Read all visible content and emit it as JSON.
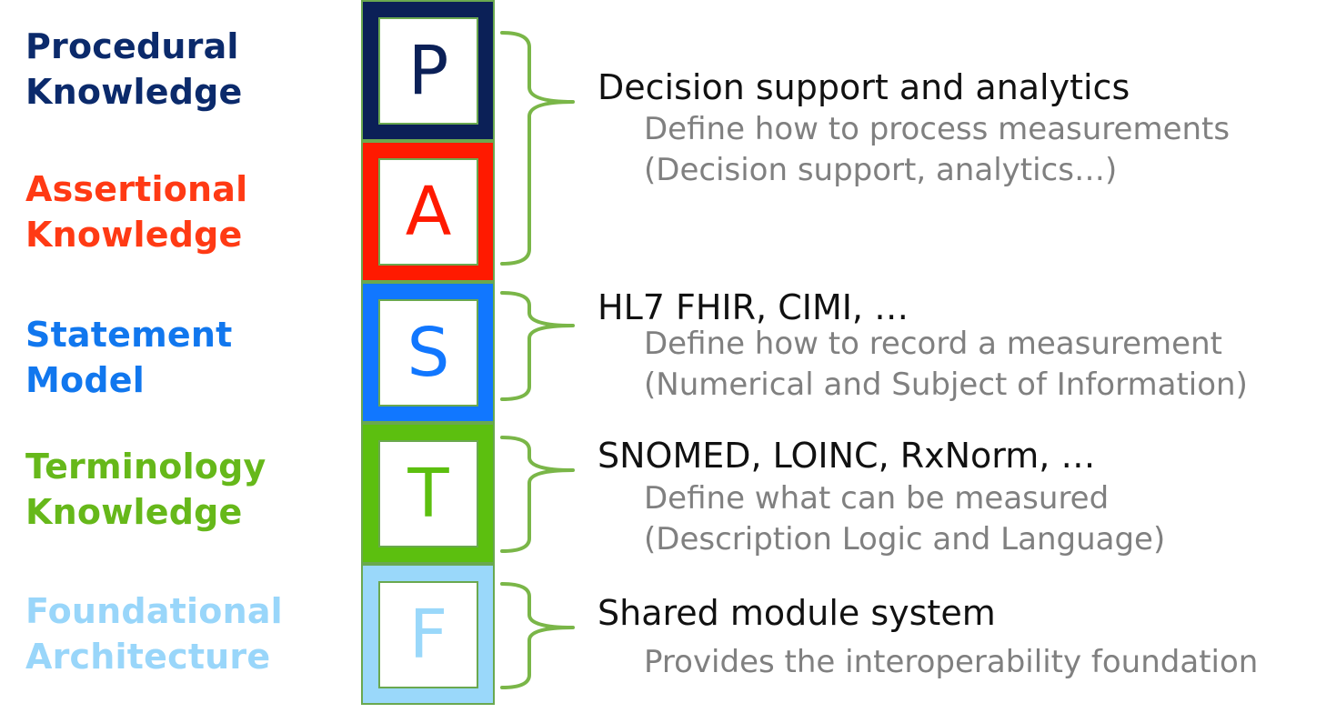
{
  "layers": [
    {
      "letter": "P",
      "label_line1": "Procedural",
      "label_line2": "Knowledge",
      "color": "#0b2a6b",
      "box_fill": "#0b2057",
      "letter_color": "#0b2057"
    },
    {
      "letter": "A",
      "label_line1": "Assertional",
      "label_line2": "Knowledge",
      "color": "#ff3a14",
      "box_fill": "#ff1a00",
      "letter_color": "#ff1a00"
    },
    {
      "letter": "S",
      "label_line1": "Statement",
      "label_line2": "Model",
      "color": "#1177ee",
      "box_fill": "#1177ff",
      "letter_color": "#1177ff"
    },
    {
      "letter": "T",
      "label_line1": "Terminology",
      "label_line2": "Knowledge",
      "color": "#66b81a",
      "box_fill": "#5cbf0f",
      "letter_color": "#5cbf0f"
    },
    {
      "letter": "F",
      "label_line1": "Foundational",
      "label_line2": "Architecture",
      "color": "#99d6fa",
      "box_fill": "#9ad8fa",
      "letter_color": "#9ad8fa"
    }
  ],
  "descriptions": [
    {
      "title": "Decision support and analytics",
      "lines": [
        "Define how to process measurements",
        "(Decision support, analytics…)"
      ]
    },
    {
      "title": "HL7 FHIR, CIMI, …",
      "lines": [
        "Define how to record a measurement",
        "(Numerical and Subject of Information)"
      ]
    },
    {
      "title": "SNOMED, LOINC, RxNorm, …",
      "lines": [
        "Define what can be measured",
        "(Description Logic and Language)"
      ]
    },
    {
      "title": "Shared module system",
      "lines": [
        "Provides the interoperability foundation"
      ]
    }
  ],
  "colors": {
    "brace": "#7ab648",
    "box_border": "#6aa84f",
    "title_text": "#111111",
    "detail_text": "#808080"
  }
}
